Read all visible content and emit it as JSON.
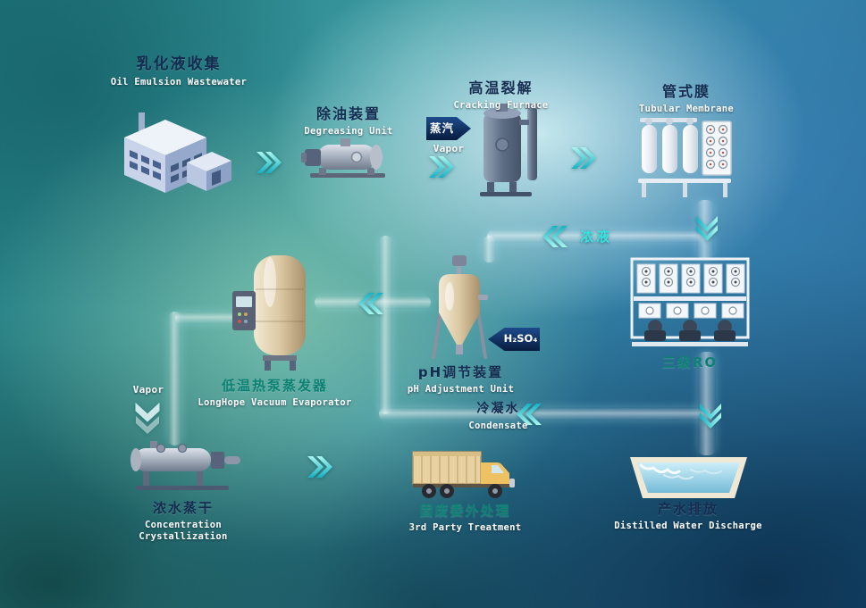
{
  "diagram": {
    "type": "process-flow",
    "subject": "Oil emulsion wastewater treatment system"
  },
  "nodes": {
    "factory": {
      "zh": "乳化液收集",
      "en": "Oil Emulsion Wastewater"
    },
    "degreasing": {
      "zh": "除油装置",
      "en": "Degreasing Unit"
    },
    "furnace": {
      "zh": "高温裂解",
      "en": "Cracking Furnace"
    },
    "membrane": {
      "zh": "管式膜",
      "en": "Tubular Membrane"
    },
    "ro": {
      "zh": "三级RO"
    },
    "ph_unit": {
      "zh": "pH调节装置",
      "en": "pH Adjustment Unit"
    },
    "evaporator": {
      "zh": "低温热泵蒸发器",
      "en": "LongHope Vacuum Evaporator"
    },
    "crystallizer": {
      "zh": "浓水蒸干",
      "en": "Concentration Crystallization"
    },
    "solid_waste": {
      "zh": "固废委外处理",
      "en": "3rd Party Treatment"
    },
    "discharge": {
      "zh": "产水排放",
      "en": "Distilled Water Discharge"
    }
  },
  "streams": {
    "steam_in": {
      "zh": "蒸汽",
      "en": "Vapor"
    },
    "concentrate": {
      "zh": "浓液"
    },
    "acid": {
      "formula": "H₂SO₄"
    },
    "condensate": {
      "zh": "冷凝水",
      "en": "Condensate"
    },
    "vapor_out": {
      "en": "Vapor"
    }
  },
  "colors": {
    "chevron": "#2fd9d4",
    "stream_arrow": "#0c2450",
    "label_dark": "#142c50",
    "label_teal": "#0d8274",
    "label_cyan": "#32e4e0",
    "label_white": "#ffffff"
  }
}
